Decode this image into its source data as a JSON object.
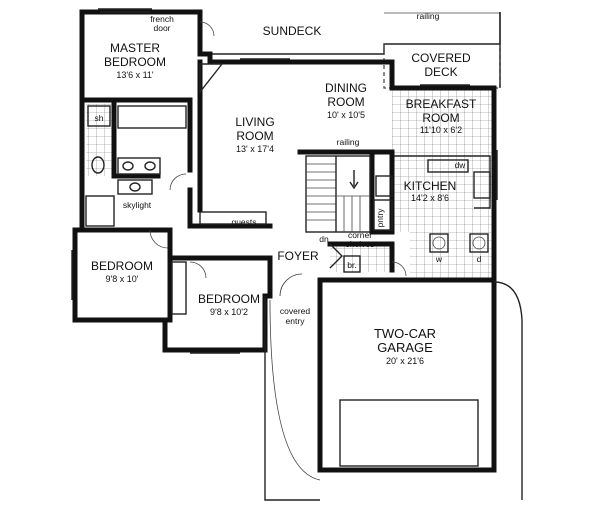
{
  "rooms": {
    "master_bedroom": {
      "line1": "MASTER",
      "line2": "BEDROOM",
      "dim": "13'6 x 11'"
    },
    "sundeck": {
      "name": "SUNDECK"
    },
    "covered_deck": {
      "line1": "COVERED",
      "line2": "DECK"
    },
    "dining_room": {
      "line1": "DINING",
      "line2": "ROOM",
      "dim": "10' x 10'5"
    },
    "breakfast_room": {
      "line1": "BREAKFAST",
      "line2": "ROOM",
      "dim": "11'10 x 6'2"
    },
    "living_room": {
      "line1": "LIVING",
      "line2": "ROOM",
      "dim": "13' x 17'4"
    },
    "kitchen": {
      "name": "KITCHEN",
      "dim": "14'2 x 8'6"
    },
    "bedroom_left": {
      "name": "BEDROOM",
      "dim": "9'8 x 10'"
    },
    "bedroom_center": {
      "name": "BEDROOM",
      "dim": "9'8 x 10'2"
    },
    "foyer": {
      "name": "FOYER"
    },
    "garage": {
      "line1": "TWO-CAR",
      "line2": "GARAGE",
      "dim": "20' x 21'6"
    }
  },
  "annotations": {
    "french_door_1": "french",
    "french_door_2": "door",
    "railing_top": "railing",
    "railing_stair": "railing",
    "sh": "sh",
    "skylight": "skylight",
    "guests": "guests",
    "dn": "dn",
    "corner_shelves_1": "corner",
    "corner_shelves_2": "shelves",
    "br": "br.",
    "covered_entry_1": "covered",
    "covered_entry_2": "entry",
    "pntry": "pntry",
    "dw": "dw",
    "w": "w",
    "d": "d"
  }
}
